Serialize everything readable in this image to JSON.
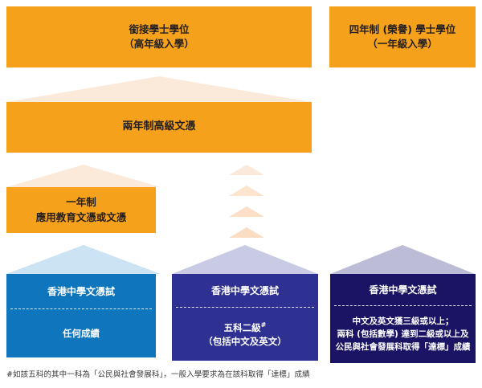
{
  "diagram": {
    "title_semantic": "hong-kong-post-secondary-pathways",
    "colors": {
      "orange": "#F5A11B",
      "orange_light_arrow": "#FBEADA",
      "blue": "#0F75BC",
      "blue_light_arrow": "#CBE3F2",
      "indigo": "#2E3192",
      "indigo_light_arrow": "#C9CAE3",
      "navy": "#1B1464",
      "navy_light_arrow": "#BDBCD6",
      "text_dark": "#231f20",
      "text_white": "#FFFFFF",
      "footnote_text": "#3A3A3A"
    },
    "top_row": [
      {
        "id": "top-up-degree",
        "lines": [
          "銜接學士學位",
          "（高年級入學）"
        ]
      },
      {
        "id": "four-year-honours-degree",
        "lines": [
          "四年制 (榮譽) 學士學位",
          "（一年級入學）"
        ]
      }
    ],
    "higher_diploma": {
      "id": "two-year-higher-diploma",
      "lines": [
        "兩年制高級文憑"
      ]
    },
    "applied_education": {
      "id": "one-year-applied-education-diploma",
      "lines": [
        "一年制",
        "應用教育文憑或文憑"
      ]
    },
    "dse_row": [
      {
        "id": "dse-any-result",
        "title": "香港中學文憑試",
        "detail_lines": [
          "任何成績"
        ],
        "has_superscript": false,
        "superscript": ""
      },
      {
        "id": "dse-five-subjects-level-two",
        "title": "香港中學文憑試",
        "detail_lines": [
          "五科二級",
          "（包括中文及英文）"
        ],
        "has_superscript": true,
        "superscript": "#"
      },
      {
        "id": "dse-core-requirements",
        "title": "香港中學文憑試",
        "detail_lines": [
          "中文及英文獲三級或以上；",
          "兩科 (包括數學) 達到二級或以上及",
          "公民與社會發展科取得「達標」成績"
        ],
        "has_superscript": false,
        "superscript": ""
      }
    ],
    "footnote": "#如該五科的其中一科為「公民與社會發展科」，一般入學要求為在該科取得「達標」成績",
    "chevron_column_count": 4
  }
}
